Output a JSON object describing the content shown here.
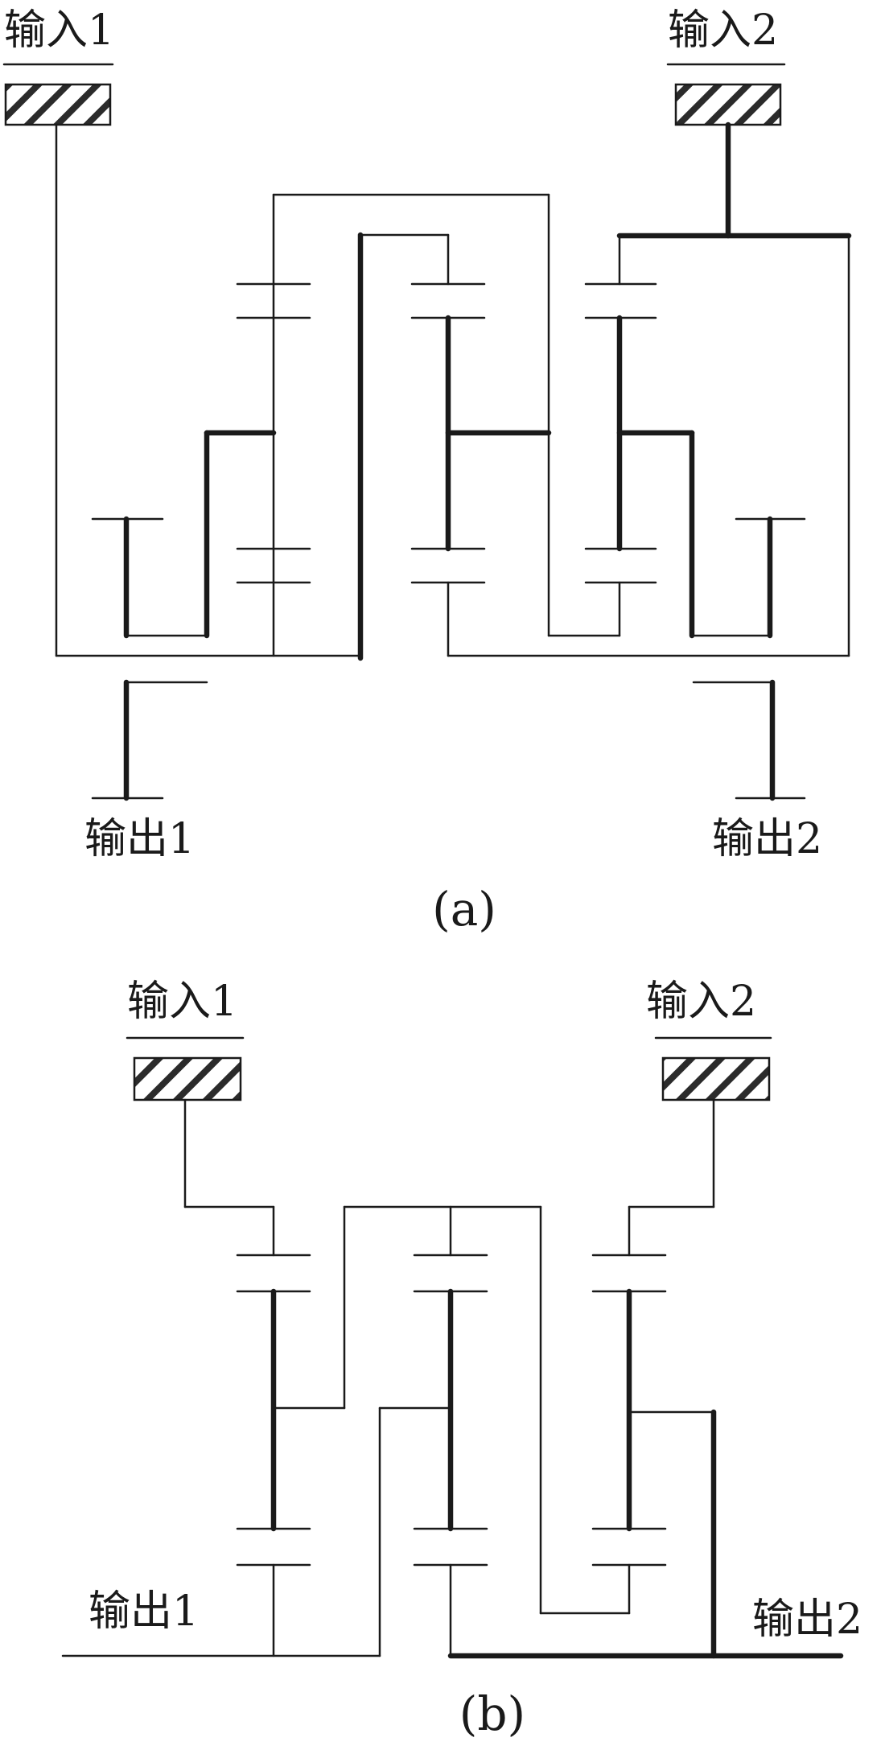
{
  "figure_a": {
    "input1_label": "输入1",
    "input2_label": "输入2",
    "output1_label": "输出1",
    "output2_label": "输出2",
    "caption": "(a)"
  },
  "figure_b": {
    "input1_label": "输入1",
    "input2_label": "输入2",
    "output1_label": "输出1",
    "output2_label": "输出2",
    "caption": "(b)"
  },
  "colors": {
    "line": "#1a1a1a",
    "background": "#ffffff",
    "hatch": "#2b2b2b"
  }
}
